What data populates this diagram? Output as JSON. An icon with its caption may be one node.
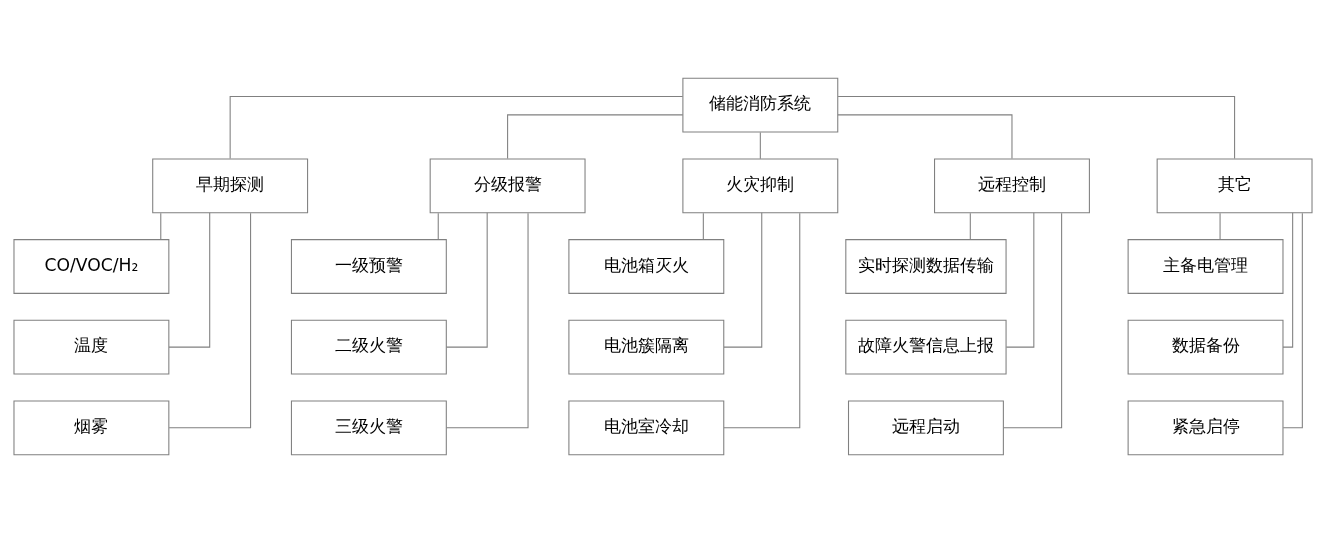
{
  "diagram": {
    "nodes": [
      {
        "text": [
          "储能消防系统"
        ]
      },
      {
        "text": [
          "早期探测"
        ]
      },
      {
        "text": [
          "CO/VOC/H₂"
        ]
      },
      {
        "text": [
          "温度"
        ]
      },
      {
        "text": [
          "烟雾"
        ]
      },
      {
        "text": [
          "分级报警"
        ]
      },
      {
        "text": [
          "一级预警"
        ]
      },
      {
        "text": [
          "二级火警"
        ]
      },
      {
        "text": [
          "三级火警"
        ]
      },
      {
        "text": [
          "火灾抑制"
        ]
      },
      {
        "text": [
          "电池箱灭火"
        ]
      },
      {
        "text": [
          "电池簇隔离"
        ]
      },
      {
        "text": [
          "电池室冷却"
        ]
      },
      {
        "text": [
          "远程控制"
        ]
      },
      {
        "text": [
          "实时探测数据传输"
        ]
      },
      {
        "text": [
          "故障火警信息上报"
        ]
      },
      {
        "text": [
          "远程启动"
        ]
      },
      {
        "text": [
          "其它"
        ]
      },
      {
        "text": [
          "主备电管理"
        ]
      },
      {
        "text": [
          "数据备份"
        ]
      },
      {
        "text": [
          "紧急启停"
        ]
      }
    ],
    "edges": [
      {
        "from": 0,
        "to": 1,
        "arrow": "none"
      },
      {
        "from": 0,
        "to": 5,
        "arrow": "none"
      },
      {
        "from": 0,
        "to": 9,
        "arrow": "none"
      },
      {
        "from": 0,
        "to": 13,
        "arrow": "none"
      },
      {
        "from": 0,
        "to": 17,
        "arrow": "none"
      },
      {
        "from": 1,
        "to": 2,
        "arrow": "none"
      },
      {
        "from": 1,
        "to": 3,
        "arrow": "none"
      },
      {
        "from": 1,
        "to": 4,
        "arrow": "none"
      },
      {
        "from": 5,
        "to": 6,
        "arrow": "none"
      },
      {
        "from": 5,
        "to": 7,
        "arrow": "none"
      },
      {
        "from": 5,
        "to": 8,
        "arrow": "none"
      },
      {
        "from": 9,
        "to": 10,
        "arrow": "none"
      },
      {
        "from": 9,
        "to": 11,
        "arrow": "none"
      },
      {
        "from": 9,
        "to": 12,
        "arrow": "none"
      },
      {
        "from": 13,
        "to": 14,
        "arrow": "none"
      },
      {
        "from": 13,
        "to": 15,
        "arrow": "none"
      },
      {
        "from": 13,
        "to": 16,
        "arrow": "none"
      },
      {
        "from": 17,
        "to": 18,
        "arrow": "none"
      },
      {
        "from": 17,
        "to": 19,
        "arrow": "none"
      },
      {
        "from": 17,
        "to": 20,
        "arrow": "none"
      }
    ]
  }
}
